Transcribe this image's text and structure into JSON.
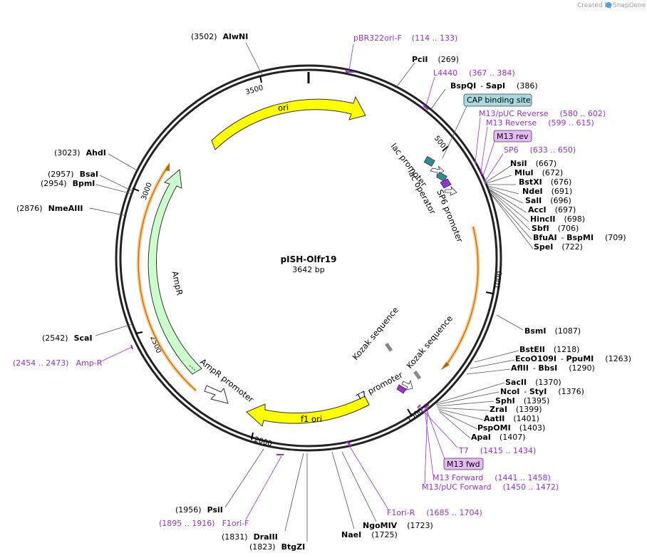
{
  "watermark": {
    "text": "Created by",
    "brand": "SnapGene"
  },
  "plasmid": {
    "name": "pISH-Olfr19",
    "length": "3642 bp"
  },
  "ticks": [
    "500",
    "1000",
    "1500",
    "2000",
    "2500",
    "3000",
    "3500"
  ],
  "features": {
    "ori": "ori",
    "ampr": "AmpR",
    "ampr_promoter": "AmpR promoter",
    "f1_ori": "f1 ori",
    "lac_promoter": "lac promoter",
    "lac_operator": "lac operator",
    "sp6_promoter": "SP6 promoter",
    "kozak1": "Kozak sequence",
    "kozak2": "Kozak sequence",
    "t7_promoter": "T7 promoter"
  },
  "sites_right": [
    {
      "name": "PciI",
      "pos": "(269)"
    },
    {
      "name": "BspQI",
      "extra": "SapI",
      "pos": "(386)"
    },
    {
      "name": "NsiI",
      "pos": "(667)"
    },
    {
      "name": "MluI",
      "pos": "(672)"
    },
    {
      "name": "BstXI",
      "pos": "(676)"
    },
    {
      "name": "NdeI",
      "pos": "(691)"
    },
    {
      "name": "SalI",
      "pos": "(696)"
    },
    {
      "name": "AccI",
      "pos": "(697)"
    },
    {
      "name": "HincII",
      "pos": "(698)"
    },
    {
      "name": "SbfI",
      "pos": "(706)"
    },
    {
      "name": "BfuAI",
      "extra": "BspMI",
      "pos": "(709)"
    },
    {
      "name": "SpeI",
      "pos": "(722)"
    },
    {
      "name": "BsmI",
      "pos": "(1087)"
    },
    {
      "name": "BstEII",
      "pos": "(1218)"
    },
    {
      "name": "EcoO109I",
      "extra": "PpuMI",
      "pos": "(1263)"
    },
    {
      "name": "AflII",
      "extra": "BbsI",
      "pos": "(1290)"
    },
    {
      "name": "SacII",
      "pos": "(1370)"
    },
    {
      "name": "NcoI",
      "extra": "StyI",
      "pos": "(1376)"
    },
    {
      "name": "SphI",
      "pos": "(1395)"
    },
    {
      "name": "ZraI",
      "pos": "(1399)"
    },
    {
      "name": "AatII",
      "pos": "(1401)"
    },
    {
      "name": "PspOMI",
      "pos": "(1403)"
    },
    {
      "name": "ApaI",
      "pos": "(1407)"
    }
  ],
  "sites_left": [
    {
      "name": "AlwNI",
      "pos": "(3502)"
    },
    {
      "name": "AhdI",
      "pos": "(3023)"
    },
    {
      "name": "BsaI",
      "pos": "(2957)"
    },
    {
      "name": "BpmI",
      "pos": "(2954)"
    },
    {
      "name": "NmeAIII",
      "pos": "(2876)"
    },
    {
      "name": "ScaI",
      "pos": "(2542)"
    },
    {
      "name": "PsiI",
      "pos": "(1956)"
    },
    {
      "name": "DraIII",
      "pos": "(1831)"
    },
    {
      "name": "BtgZI",
      "pos": "(1823)"
    },
    {
      "name": "NaeI",
      "pos": "(1725)"
    },
    {
      "name": "NgoMIV",
      "pos": "(1723)"
    }
  ],
  "primers": [
    {
      "name": "pBR322ori-F",
      "pos": "(114 .. 133)"
    },
    {
      "name": "L4440",
      "pos": "(367 .. 384)"
    },
    {
      "name": "M13/pUC Reverse",
      "pos": "(580 .. 602)"
    },
    {
      "name": "M13 Reverse",
      "pos": "(599 .. 615)"
    },
    {
      "name": "SP6",
      "pos": "(633 .. 650)"
    },
    {
      "name": "T7",
      "pos": "(1415 .. 1434)"
    },
    {
      "name": "M13 Forward",
      "pos": "(1441 .. 1458)"
    },
    {
      "name": "M13/pUC Forward",
      "pos": "(1450 .. 1472)"
    },
    {
      "name": "F1ori-R",
      "pos": "(1685 .. 1704)"
    },
    {
      "name": "F1ori-F",
      "pos": "(1895 .. 1916)"
    },
    {
      "name": "Amp-R",
      "pos": "(2454 .. 2473)"
    }
  ],
  "boxes": {
    "cap": "CAP binding site",
    "m13rev": "M13 rev",
    "m13fwd": "M13 fwd"
  },
  "colors": {
    "ori": "#ffff00",
    "ampr": "#ccffcc",
    "promoter": "#ffffff",
    "lac_operator": "#2e8b9a",
    "primer": "#9b30d9",
    "orf": "#f0a030",
    "cap_box": "#a8d8e0",
    "m13_box": "#e6b8f5"
  }
}
